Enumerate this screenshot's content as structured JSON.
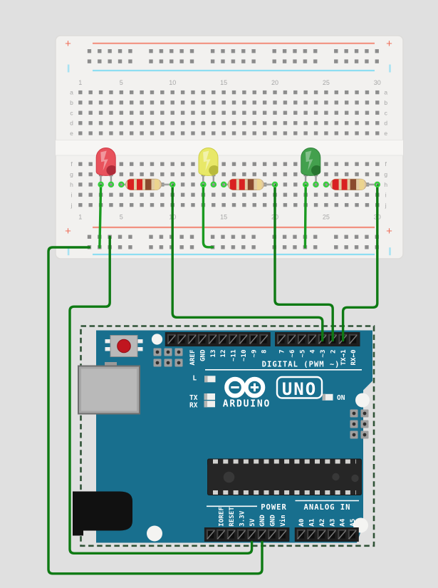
{
  "app": {
    "background_color": "#e0e0e0",
    "view": "circuit-editor-canvas"
  },
  "breadboard": {
    "column_numbers": [
      "1",
      "5",
      "10",
      "15",
      "20",
      "25",
      "30"
    ],
    "row_letters_top": [
      "a",
      "b",
      "c",
      "d",
      "e"
    ],
    "row_letters_bottom": [
      "f",
      "g",
      "h",
      "i",
      "j"
    ],
    "plus": "+",
    "rail_positive_color": "#f29180",
    "rail_negative_color": "#8edef2",
    "body_color": "#f2f1ef",
    "hole_color": "#8c8c8c"
  },
  "components": {
    "led_red": {
      "name": "red LED",
      "body_color": "#e8525c"
    },
    "led_yellow": {
      "name": "yellow LED",
      "body_color": "#e8e868"
    },
    "led_green": {
      "name": "green LED",
      "body_color": "#43a04d"
    },
    "resistor": {
      "body_color": "#e2cba3",
      "band_colors": [
        "#d92121",
        "#d92121",
        "#8a4a2e",
        "#ecd48e"
      ]
    },
    "wire_dark_green": "#0e7a13",
    "wire_green": "#1a9a20",
    "terminal_highlight": "#35d13b"
  },
  "arduino": {
    "board_color": "#186f8e",
    "selection_outline_color": "#2f5236",
    "digital_header_labels": [
      "AREF",
      "GND",
      "13",
      "12",
      "~11",
      "~10",
      "~9",
      "8"
    ],
    "digital_header2_labels": [
      "7",
      "~6",
      "~5",
      "4",
      "~3",
      "2",
      "TX→1",
      "RX←0"
    ],
    "digital_caption": "DIGITAL (PWM ~)",
    "logo_text": "UNO",
    "brand_text": "ARDUINO",
    "led_labels": {
      "l": "L",
      "tx": "TX",
      "rx": "RX",
      "on": "ON"
    },
    "power_caption": "POWER",
    "power_labels": [
      "IOREF",
      "RESET",
      "3.3V",
      "5V",
      "GND",
      "GND",
      "Vin"
    ],
    "analog_caption": "ANALOG IN",
    "analog_labels": [
      "A0",
      "A1",
      "A2",
      "A3",
      "A4",
      "A5"
    ]
  }
}
